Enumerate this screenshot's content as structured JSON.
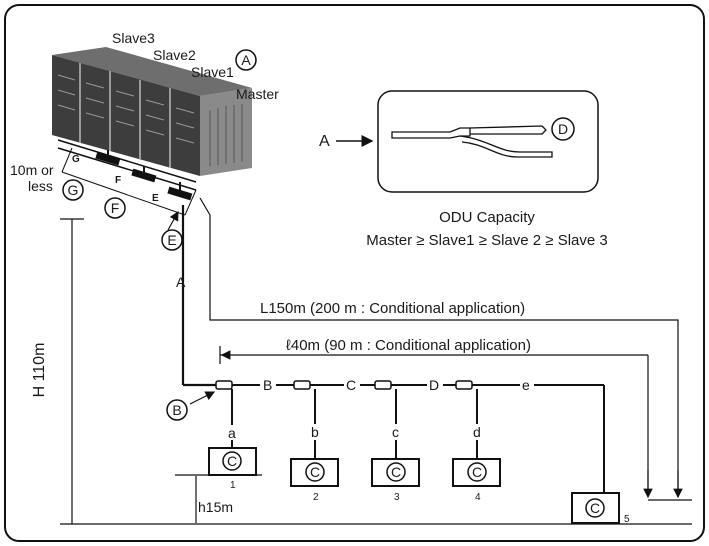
{
  "odu_labels": {
    "slave3": "Slave3",
    "slave2": "Slave2",
    "slave1": "Slave1",
    "master": "Master",
    "circle_a": "A"
  },
  "left_labels": {
    "ten_m_line1": "10m or",
    "ten_m_line2": "less",
    "circle_g": "G",
    "circle_f": "F",
    "circle_e": "E",
    "small_g": "G",
    "small_f": "F",
    "small_e": "E"
  },
  "inset": {
    "arrow_label": "A",
    "circle_d": "D"
  },
  "capacity": {
    "title": "ODU Capacity",
    "rule": "Master ≥ Slave1 ≥ Slave 2 ≥ Slave 3"
  },
  "lengths": {
    "L": "L150m (200 m : Conditional application)",
    "l": "ℓ40m (90 m : Conditional application)",
    "H": "H 110m",
    "h": "h15m"
  },
  "pipes": {
    "A": "A",
    "B": "B",
    "C": "C",
    "D": "D",
    "a": "a",
    "b": "b",
    "c": "c",
    "d": "d",
    "e": "e",
    "circle_b": "B"
  },
  "units": {
    "symbol": "C",
    "n1": "1",
    "n2": "2",
    "n3": "3",
    "n4": "4",
    "n5": "5"
  }
}
